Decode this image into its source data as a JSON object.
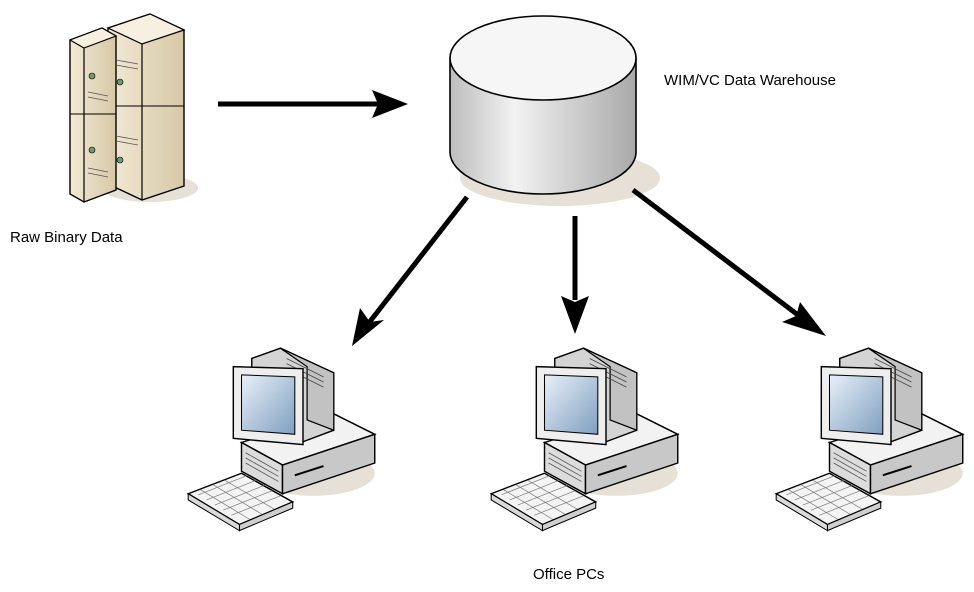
{
  "labels": {
    "warehouse": "WIM/VC Data Warehouse",
    "raw_data": "Raw Binary Data",
    "office_pcs": "Office PCs"
  },
  "colors": {
    "arrow": "#000000",
    "server_body": "#e7dcc4",
    "server_side": "#c9b996",
    "server_light": "#6f9a6f",
    "cylinder_top": "#f4f4f4",
    "cylinder_body": "#d6d6d6",
    "pc_case": "#ececec",
    "pc_screen": "#8fb0cf",
    "shadow": "#e6e0d6"
  },
  "icons": [
    "server-rack-icon",
    "database-cylinder-icon",
    "desktop-computer-icon"
  ]
}
